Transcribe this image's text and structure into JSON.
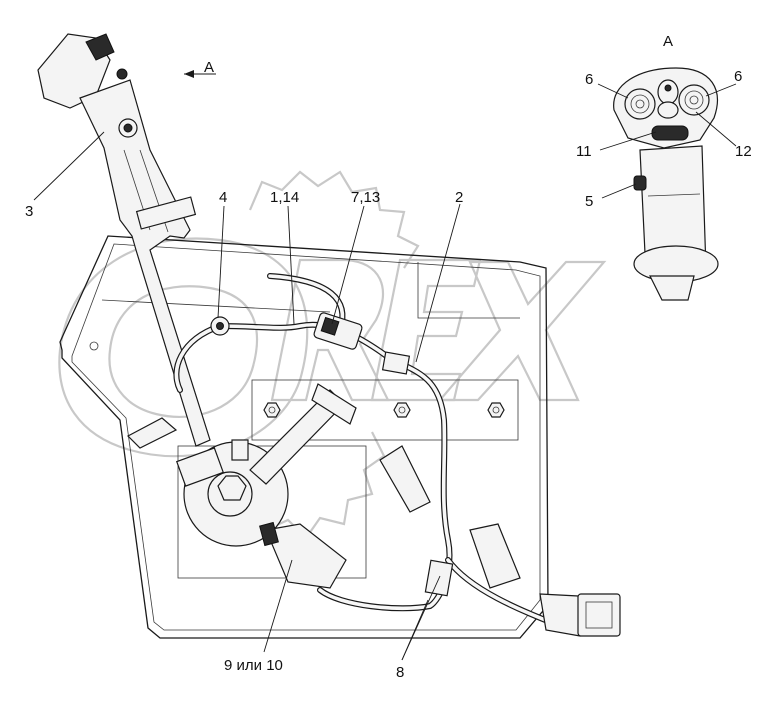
{
  "view_label": "A",
  "callouts": [
    {
      "id": "c3",
      "text": "3"
    },
    {
      "id": "c4",
      "text": "4"
    },
    {
      "id": "c1_14",
      "text": "1,14"
    },
    {
      "id": "c7_13",
      "text": "7,13"
    },
    {
      "id": "c2",
      "text": "2"
    },
    {
      "id": "c9_10",
      "text": "9 или 10"
    },
    {
      "id": "c8",
      "text": "8"
    },
    {
      "id": "c6_left",
      "text": "6"
    },
    {
      "id": "c6_right",
      "text": "6"
    },
    {
      "id": "c11",
      "text": "11"
    },
    {
      "id": "c12",
      "text": "12"
    },
    {
      "id": "c5",
      "text": "5"
    }
  ],
  "watermark": "OREX",
  "colors": {
    "ink": "#1a1a1a",
    "watermark": "#c8c8c8",
    "background": "#ffffff"
  }
}
